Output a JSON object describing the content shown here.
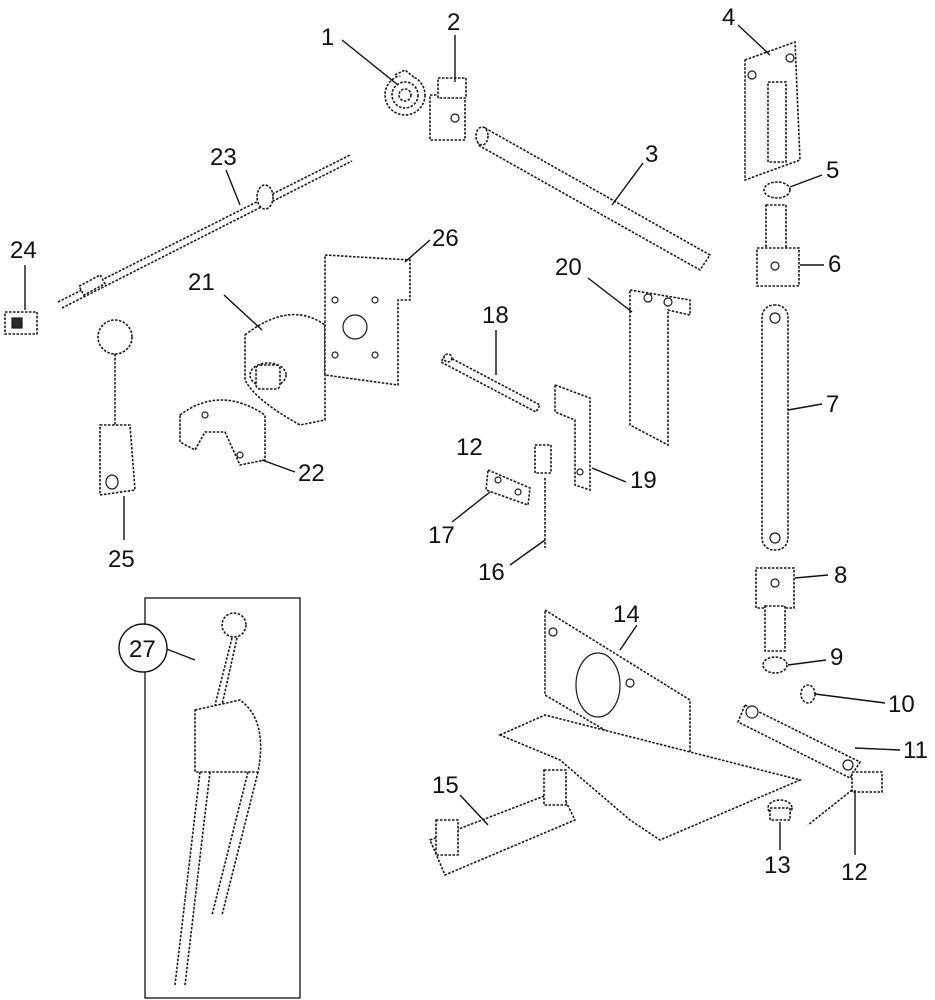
{
  "diagram": {
    "callouts": [
      {
        "id": "c1",
        "text": "1"
      },
      {
        "id": "c2",
        "text": "2"
      },
      {
        "id": "c3",
        "text": "3"
      },
      {
        "id": "c4",
        "text": "4"
      },
      {
        "id": "c5",
        "text": "5"
      },
      {
        "id": "c6",
        "text": "6"
      },
      {
        "id": "c7",
        "text": "7"
      },
      {
        "id": "c8",
        "text": "8"
      },
      {
        "id": "c9",
        "text": "9"
      },
      {
        "id": "c10",
        "text": "10"
      },
      {
        "id": "c11",
        "text": "11"
      },
      {
        "id": "c12a",
        "text": "12"
      },
      {
        "id": "c12b",
        "text": "12"
      },
      {
        "id": "c13",
        "text": "13"
      },
      {
        "id": "c14",
        "text": "14"
      },
      {
        "id": "c15",
        "text": "15"
      },
      {
        "id": "c16",
        "text": "16"
      },
      {
        "id": "c17",
        "text": "17"
      },
      {
        "id": "c18",
        "text": "18"
      },
      {
        "id": "c19",
        "text": "19"
      },
      {
        "id": "c20",
        "text": "20"
      },
      {
        "id": "c21",
        "text": "21"
      },
      {
        "id": "c22",
        "text": "22"
      },
      {
        "id": "c23",
        "text": "23"
      },
      {
        "id": "c24",
        "text": "24"
      },
      {
        "id": "c25",
        "text": "25"
      },
      {
        "id": "c26",
        "text": "26"
      },
      {
        "id": "c27",
        "text": "27"
      }
    ],
    "colors": {
      "line": "#1a1a1a",
      "background": "#ffffff"
    }
  }
}
